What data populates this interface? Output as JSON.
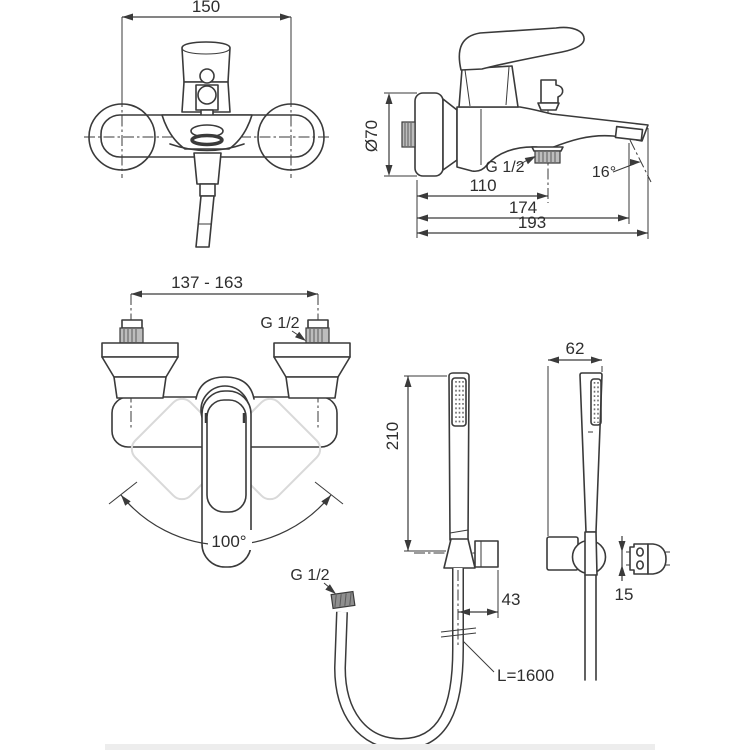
{
  "colors": {
    "background": "#ffffff",
    "line": "#3a3a3a",
    "ghost_handle": "#d9d9d9",
    "metal_nut": "#8f8f8f",
    "thread_fill": "#bdbdbd",
    "footer_strip": "#ededed"
  },
  "views": {
    "bath_shower_mixer_front": {
      "dim_wall_centres": "150"
    },
    "bath_shower_mixer_side": {
      "dim_flange_diameter": "Ø70",
      "dim_hose_outlet_thread": "G 1/2",
      "dim_spout_angle": "16°",
      "dim_wall_to_outlet": "110",
      "dim_wall_to_aerator": "174",
      "dim_wall_to_spout_tip": "193"
    },
    "shower_mixer_front": {
      "dim_inlet_centres_range": "137 - 163",
      "dim_inlet_thread": "G 1/2",
      "dim_lever_swing": "100°"
    },
    "hand_shower_set": {
      "dim_handset_length": "210",
      "dim_bracket_width": "62",
      "dim_hose_axis_to_bracket_face": "43",
      "dim_bracket_hole_pitch": "15",
      "dim_hose_nut_thread": "G 1/2",
      "dim_hose_length": "L=1600"
    }
  }
}
